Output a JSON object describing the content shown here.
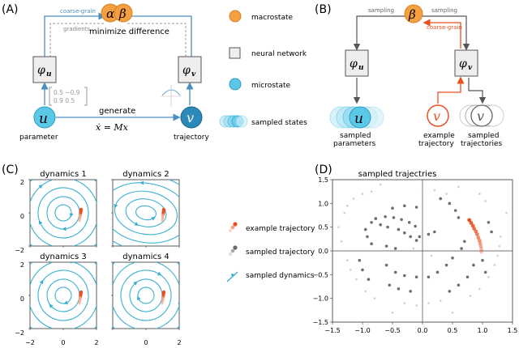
{
  "panel_labels": {
    "a": "(A)",
    "b": "(B)",
    "c": "(C)",
    "d": "(D)"
  },
  "panel_a": {
    "coarse_grain": "coarse-grain",
    "gradients": "gradients",
    "minimize_difference": "minimize difference",
    "alpha": "α",
    "beta": "β",
    "phi_u": "φ",
    "phi_u_sub": "u",
    "phi_v": "φ",
    "phi_v_sub": "v",
    "matrix_r1": "0.5  −0.9",
    "matrix_r2": "0.9   0.5",
    "generate": "generate",
    "equation": "ẋ = Mx",
    "u_symbol": "u",
    "v_symbol": "v",
    "parameter": "parameter",
    "trajectory": "trajectory"
  },
  "legend_ab": {
    "macrostate": "macrostate",
    "neural_network": "neural network",
    "microstate": "microstate",
    "sampled_states": "sampled states"
  },
  "panel_b": {
    "sampling_left": "sampling",
    "sampling_right": "sampling",
    "coarse_grain": "coarse-grain",
    "beta": "β",
    "phi_u": "φ",
    "phi_u_sub": "u",
    "phi_v": "φ",
    "phi_v_sub": "v",
    "u_symbol": "u",
    "v_symbol": "v",
    "v_sampled_symbol": "v",
    "sampled_parameters_1": "sampled",
    "sampled_parameters_2": "parameters",
    "example_trajectory_1": "example",
    "example_trajectory_2": "trajectory",
    "sampled_trajectories_1": "sampled",
    "sampled_trajectories_2": "trajectories"
  },
  "panel_c": {
    "titles": [
      "dynamics 1",
      "dynamics 2",
      "dynamics 3",
      "dynamics 4"
    ],
    "y_ticks_top": [
      "2",
      "0",
      "−2"
    ],
    "y_ticks_bottom": [
      "2",
      "0",
      "−2"
    ],
    "x_ticks_left": [
      "−2",
      "0",
      "2"
    ],
    "x_ticks_right": [
      "0",
      "2"
    ],
    "legend": {
      "example_trajectory": "example trajectory",
      "sampled_trajectory": "sampled trajectory",
      "sampled_dynamics": "sampled dynamics"
    }
  },
  "chart_data": {
    "type": "scatter",
    "title": "sampled trajectries",
    "xlim": [
      -1.5,
      1.5
    ],
    "ylim": [
      -1.5,
      1.5
    ],
    "x_ticks": [
      "−1.5",
      "−1.0",
      "−0.5",
      "0.0",
      "0.5",
      "1.0",
      "1.5"
    ],
    "y_ticks": [
      "1.5",
      "1.0",
      "0.5",
      "0.0",
      "−0.5",
      "−1.0",
      "−1.5"
    ],
    "grid": false,
    "series": [
      {
        "color": "#e8501f",
        "points": [
          [
            0.78,
            0.65
          ],
          [
            0.81,
            0.59
          ],
          [
            0.84,
            0.53
          ],
          [
            0.86,
            0.47
          ],
          [
            0.89,
            0.41
          ],
          [
            0.91,
            0.35
          ],
          [
            0.93,
            0.28
          ],
          [
            0.95,
            0.22
          ],
          [
            0.96,
            0.16
          ],
          [
            0.97,
            0.1
          ],
          [
            0.98,
            0.04
          ],
          [
            0.98,
            -0.02
          ]
        ]
      },
      {
        "color": "#555555",
        "points": [
          [
            -0.85,
            0.6
          ],
          [
            -0.78,
            0.68
          ],
          [
            -0.62,
            0.72
          ],
          [
            -0.48,
            0.7
          ],
          [
            -0.35,
            0.66
          ],
          [
            -0.22,
            0.6
          ],
          [
            -0.12,
            0.52
          ],
          [
            -0.7,
            0.55
          ],
          [
            -0.58,
            0.5
          ],
          [
            -0.4,
            0.45
          ],
          [
            -0.3,
            0.38
          ],
          [
            -0.2,
            0.3
          ],
          [
            -0.1,
            0.22
          ],
          [
            -0.95,
            0.45
          ],
          [
            -0.92,
            0.3
          ],
          [
            -0.85,
            0.15
          ],
          [
            -0.5,
            0.9
          ],
          [
            -0.3,
            0.95
          ],
          [
            -0.1,
            0.92
          ],
          [
            0.3,
            1.1
          ],
          [
            0.45,
            1.0
          ],
          [
            0.55,
            0.85
          ],
          [
            0.6,
            0.7
          ],
          [
            0.5,
            -0.15
          ],
          [
            0.4,
            -0.3
          ],
          [
            0.25,
            -0.45
          ],
          [
            0.1,
            -0.55
          ],
          [
            -0.1,
            -0.55
          ],
          [
            -0.3,
            -0.52
          ],
          [
            -0.45,
            -0.45
          ],
          [
            -0.6,
            -0.3
          ],
          [
            0.85,
            -0.3
          ],
          [
            0.75,
            -0.55
          ],
          [
            0.6,
            -0.72
          ],
          [
            0.45,
            -0.85
          ],
          [
            -0.2,
            -0.85
          ],
          [
            -0.4,
            -0.8
          ],
          [
            -0.55,
            -0.72
          ],
          [
            1.0,
            -0.2
          ],
          [
            1.05,
            -0.45
          ],
          [
            -1.05,
            -0.2
          ],
          [
            -1.0,
            -0.4
          ],
          [
            -0.9,
            -0.6
          ],
          [
            0.2,
            0.4
          ],
          [
            0.1,
            0.35
          ],
          [
            -0.05,
            0.3
          ],
          [
            0.7,
            0.2
          ],
          [
            0.65,
            0.05
          ],
          [
            -0.6,
            0.1
          ],
          [
            -0.45,
            0.05
          ],
          [
            1.1,
            0.6
          ],
          [
            1.15,
            0.4
          ]
        ]
      },
      {
        "color": "#bbbbbb",
        "points": [
          [
            -1.3,
            0.8
          ],
          [
            -1.25,
            0.95
          ],
          [
            -1.15,
            1.1
          ],
          [
            -1.0,
            1.2
          ],
          [
            -0.85,
            1.25
          ],
          [
            -1.35,
            0.2
          ],
          [
            -1.3,
            0.0
          ],
          [
            -1.25,
            -0.2
          ],
          [
            -1.2,
            -0.4
          ],
          [
            -1.1,
            -0.6
          ],
          [
            1.3,
            0.3
          ],
          [
            1.28,
            0.1
          ],
          [
            1.25,
            -0.1
          ],
          [
            1.2,
            -0.3
          ],
          [
            1.1,
            -0.55
          ],
          [
            0.0,
            1.3
          ],
          [
            0.2,
            1.28
          ],
          [
            0.4,
            1.2
          ],
          [
            -0.3,
            -1.1
          ],
          [
            -0.1,
            -1.15
          ],
          [
            0.1,
            -1.1
          ],
          [
            0.3,
            -1.05
          ],
          [
            -0.8,
            -1.0
          ],
          [
            -0.95,
            -0.85
          ],
          [
            0.8,
            -0.95
          ],
          [
            0.95,
            -0.8
          ],
          [
            1.05,
            1.05
          ],
          [
            0.95,
            1.2
          ],
          [
            -0.7,
            1.4
          ],
          [
            0.6,
            1.35
          ],
          [
            -1.4,
            0.5
          ],
          [
            1.4,
            0.8
          ],
          [
            -0.5,
            -1.3
          ],
          [
            0.5,
            -1.3
          ],
          [
            -0.15,
            0.05
          ],
          [
            0.15,
            -0.1
          ]
        ]
      }
    ]
  }
}
